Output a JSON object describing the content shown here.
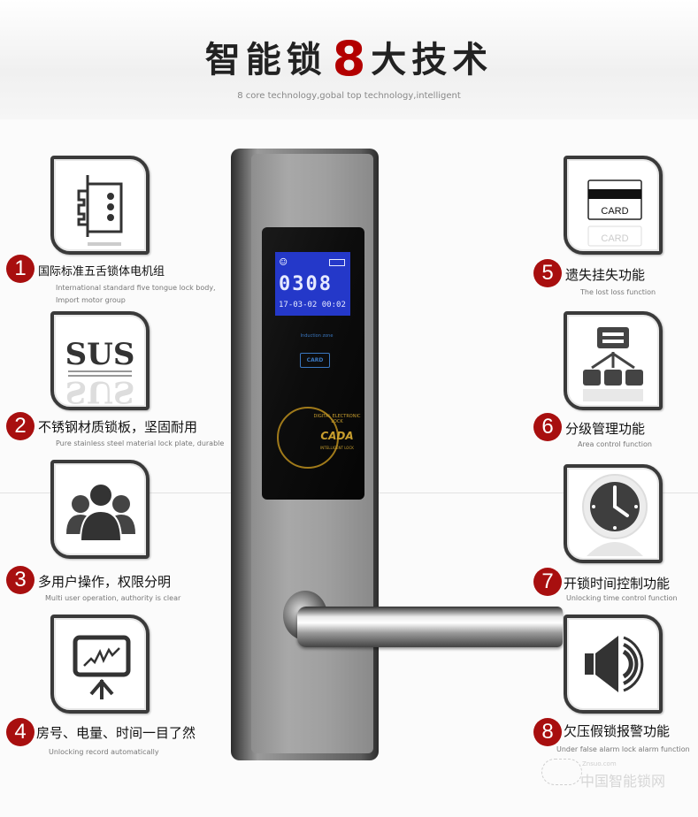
{
  "header": {
    "title_before": "智能锁",
    "title_number": "8",
    "title_after": "大技术",
    "subtitle": "8 core technology,gobal top technology,intelligent"
  },
  "colors": {
    "accent": "#b30000",
    "badge": "#a80f0f",
    "text": "#111111",
    "subtext": "#777777",
    "lcd": "#2438c9"
  },
  "features": [
    {
      "number": "1",
      "icon": "mortise-lock-body-icon",
      "title": "国际标准五舌锁体电机组",
      "subtitle_lines": [
        "International standard five tongue lock body,",
        "Import motor group"
      ]
    },
    {
      "number": "2",
      "icon": "sus-stainless-steel-icon",
      "title": "不锈钢材质锁板，坚固耐用",
      "subtitle_lines": [
        "Pure stainless steel material lock plate, durable"
      ],
      "icon_text": "SUS"
    },
    {
      "number": "3",
      "icon": "multi-user-icon",
      "title": "多用户操作，权限分明",
      "subtitle_lines": [
        "Multi user operation, authority is clear"
      ]
    },
    {
      "number": "4",
      "icon": "chart-presentation-icon",
      "title": "房号、电量、时间一目了然",
      "subtitle_lines": [
        "Unlocking record automatically"
      ]
    },
    {
      "number": "5",
      "icon": "card-icon",
      "title": "遗失挂失功能",
      "subtitle_lines": [
        "The lost loss function"
      ],
      "icon_text": "CARD"
    },
    {
      "number": "6",
      "icon": "hierarchy-icon",
      "title": "分级管理功能",
      "subtitle_lines": [
        "Area control function"
      ]
    },
    {
      "number": "7",
      "icon": "clock-icon",
      "title": "开锁时间控制功能",
      "subtitle_lines": [
        "Unlocking time control function"
      ]
    },
    {
      "number": "8",
      "icon": "speaker-alarm-icon",
      "title": "欠压假锁报警功能",
      "subtitle_lines": [
        "Under false alarm lock alarm function"
      ]
    }
  ],
  "lock": {
    "lcd_digits": "0308",
    "lcd_datetime": "17-03-02 00:02",
    "induction_label": "Induction zone",
    "card_label": "CARD",
    "seal_ring": "DIGITAL ELECTRONIC LOCK",
    "brand": "CADA",
    "brand_sub": "INTELLIGENT LOCK"
  },
  "watermark": {
    "small": "Znsuo.com",
    "large": "中国智能锁网"
  }
}
